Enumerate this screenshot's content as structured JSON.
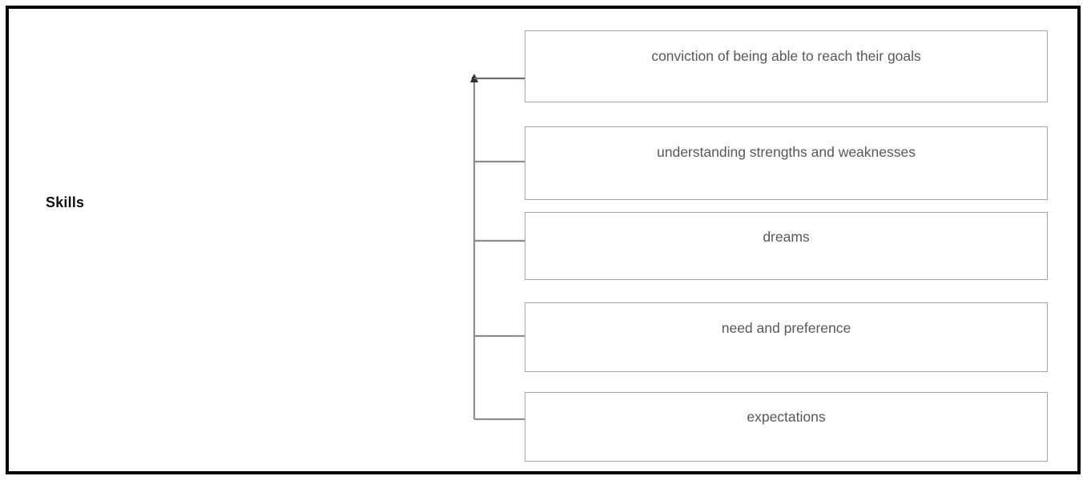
{
  "diagram": {
    "type": "tree-bracket",
    "root": {
      "label": "Skills"
    },
    "branches": [
      {
        "label": "conviction of being able to reach their goals"
      },
      {
        "label": "understanding strengths and weaknesses"
      },
      {
        "label": "dreams"
      },
      {
        "label": "need and preference"
      },
      {
        "label": "expectations"
      }
    ],
    "colors": {
      "frame_border": "#000000",
      "box_border": "#a6a6a6",
      "box_text": "#575757",
      "root_text": "#0d0d0d",
      "connector_line": "#8c8c8c",
      "connector_arrow": "#303030"
    }
  }
}
